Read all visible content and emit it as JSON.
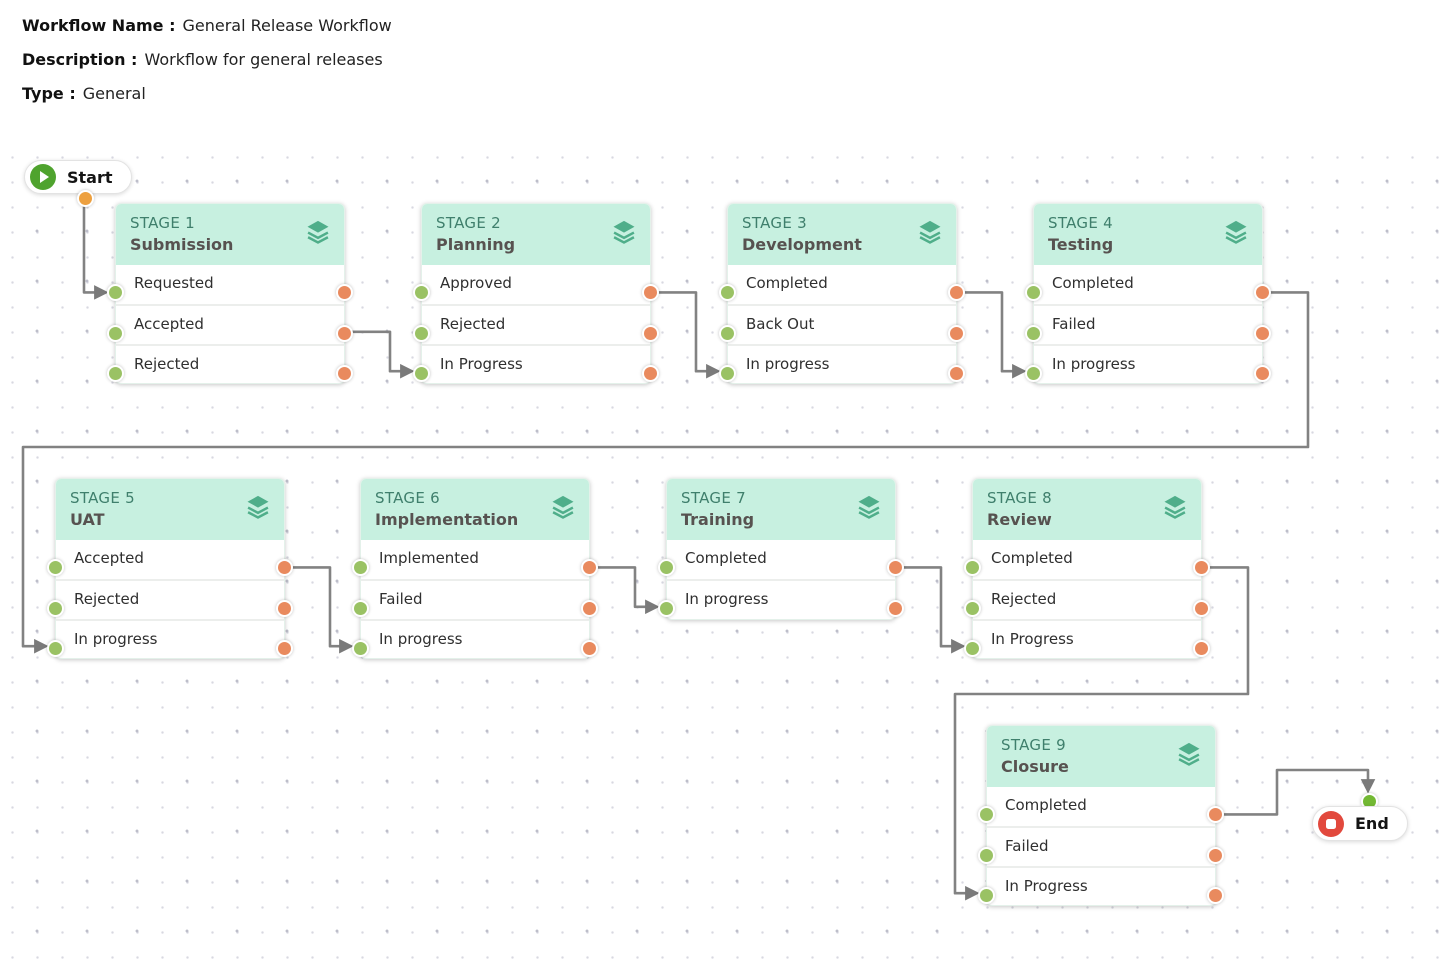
{
  "header": {
    "workflow_name_label": "Workflow Name :",
    "workflow_name_value": "General Release Workflow",
    "description_label": "Description :",
    "description_value": "Workflow for general releases",
    "type_label": "Type :",
    "type_value": "General"
  },
  "start_node": {
    "label": "Start",
    "icon": "play-icon",
    "port_color": "#eda03f"
  },
  "end_node": {
    "label": "End",
    "icon": "stop-icon",
    "port_color": "#72b833"
  },
  "stages": [
    {
      "label": "STAGE 1",
      "name": "Submission",
      "icon": "layers-icon",
      "statuses": [
        "Requested",
        "Accepted",
        "Rejected"
      ]
    },
    {
      "label": "STAGE 2",
      "name": "Planning",
      "icon": "layers-icon",
      "statuses": [
        "Approved",
        "Rejected",
        "In Progress"
      ]
    },
    {
      "label": "STAGE 3",
      "name": "Development",
      "icon": "layers-icon",
      "statuses": [
        "Completed",
        "Back Out",
        "In progress"
      ]
    },
    {
      "label": "STAGE 4",
      "name": "Testing",
      "icon": "layers-icon",
      "statuses": [
        "Completed",
        "Failed",
        "In progress"
      ]
    },
    {
      "label": "STAGE 5",
      "name": "UAT",
      "icon": "layers-icon",
      "statuses": [
        "Accepted",
        "Rejected",
        "In progress"
      ]
    },
    {
      "label": "STAGE 6",
      "name": "Implementation",
      "icon": "layers-icon",
      "statuses": [
        "Implemented",
        "Failed",
        "In progress"
      ]
    },
    {
      "label": "STAGE 7",
      "name": "Training",
      "icon": "layers-icon",
      "statuses": [
        "Completed",
        "In progress"
      ]
    },
    {
      "label": "STAGE 8",
      "name": "Review",
      "icon": "layers-icon",
      "statuses": [
        "Completed",
        "Rejected",
        "In Progress"
      ]
    },
    {
      "label": "STAGE 9",
      "name": "Closure",
      "icon": "layers-icon",
      "statuses": [
        "Completed",
        "Failed",
        "In Progress"
      ]
    }
  ],
  "connections": [
    {
      "from": "Start",
      "to": "Stage 1 / Requested"
    },
    {
      "from": "Stage 1 / Accepted",
      "to": "Stage 2 / In Progress"
    },
    {
      "from": "Stage 2 / Approved",
      "to": "Stage 3 / In progress"
    },
    {
      "from": "Stage 3 / Completed",
      "to": "Stage 4 / In progress"
    },
    {
      "from": "Stage 4 / Completed",
      "to": "Stage 5 / In progress"
    },
    {
      "from": "Stage 5 / Accepted",
      "to": "Stage 6 / In progress"
    },
    {
      "from": "Stage 6 / Implemented",
      "to": "Stage 7 / In progress"
    },
    {
      "from": "Stage 7 / Completed",
      "to": "Stage 8 / In Progress"
    },
    {
      "from": "Stage 8 / Completed",
      "to": "Stage 9 / In Progress"
    },
    {
      "from": "Stage 9 / Completed",
      "to": "End"
    }
  ],
  "colors": {
    "stage_header_bg": "#c7f0e0",
    "stage_label_text": "#3f7f6c",
    "stage_name_text": "#575250",
    "status_in_port": "#9ac264",
    "status_out_port": "#e98a5e",
    "connector": "#828282",
    "start_icon_bg": "#4fa32e",
    "end_icon_bg": "#e2493d"
  }
}
